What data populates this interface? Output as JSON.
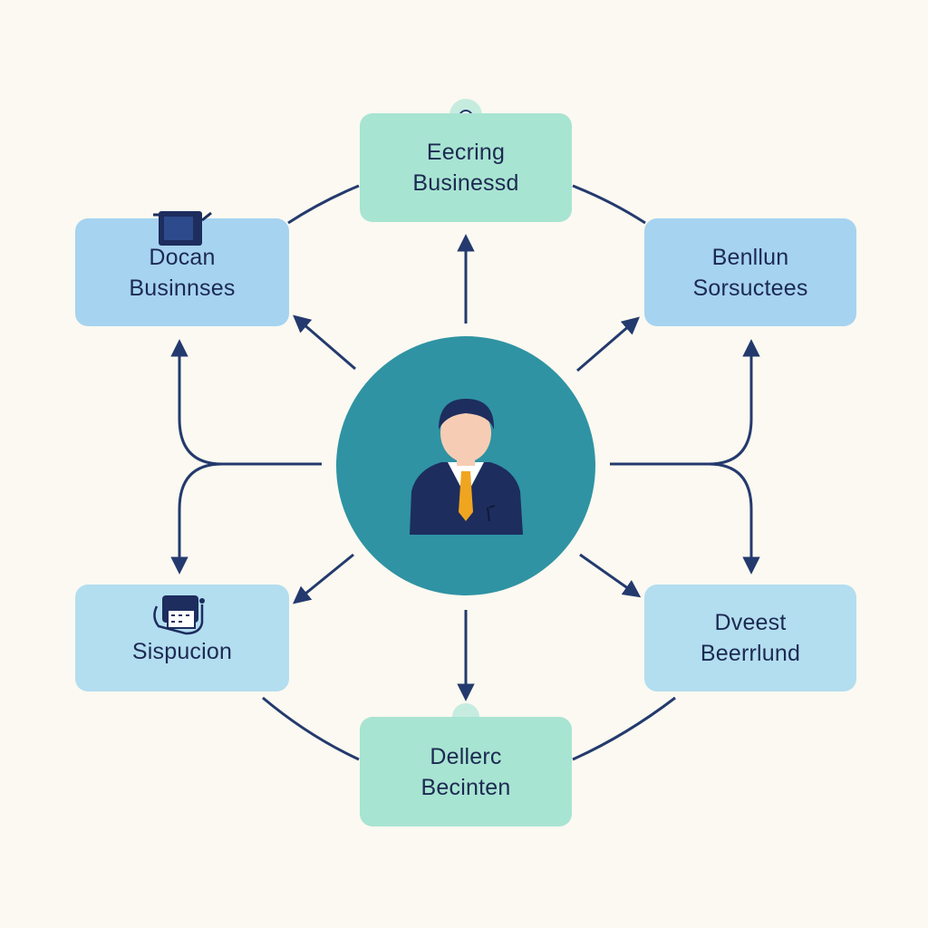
{
  "colors": {
    "background": "#fbf9f1",
    "green_node": "#a8e4d2",
    "blue_node": "#a6d3f0",
    "light_blue_node": "#b3def0",
    "center_circle": "#2f93a3",
    "arrow": "#243a6e",
    "text": "#1c2a52",
    "tie": "#f0a520"
  },
  "center": {
    "icon": "businessperson-icon"
  },
  "nodes": {
    "top": {
      "line1": "Eecring",
      "line2": "Businessd"
    },
    "top_left": {
      "line1": "Docan",
      "line2": "Businnses",
      "icon": "briefcase-icon"
    },
    "top_right": {
      "line1": "Benllun",
      "line2": "Sorsuctees"
    },
    "bottom_left": {
      "line1": "Sispucion",
      "icon": "calendar-icon"
    },
    "bottom_right": {
      "line1": "Dveest",
      "line2": "Beerrlund"
    },
    "bottom": {
      "line1": "Dellerc",
      "line2": "Becinten"
    }
  }
}
